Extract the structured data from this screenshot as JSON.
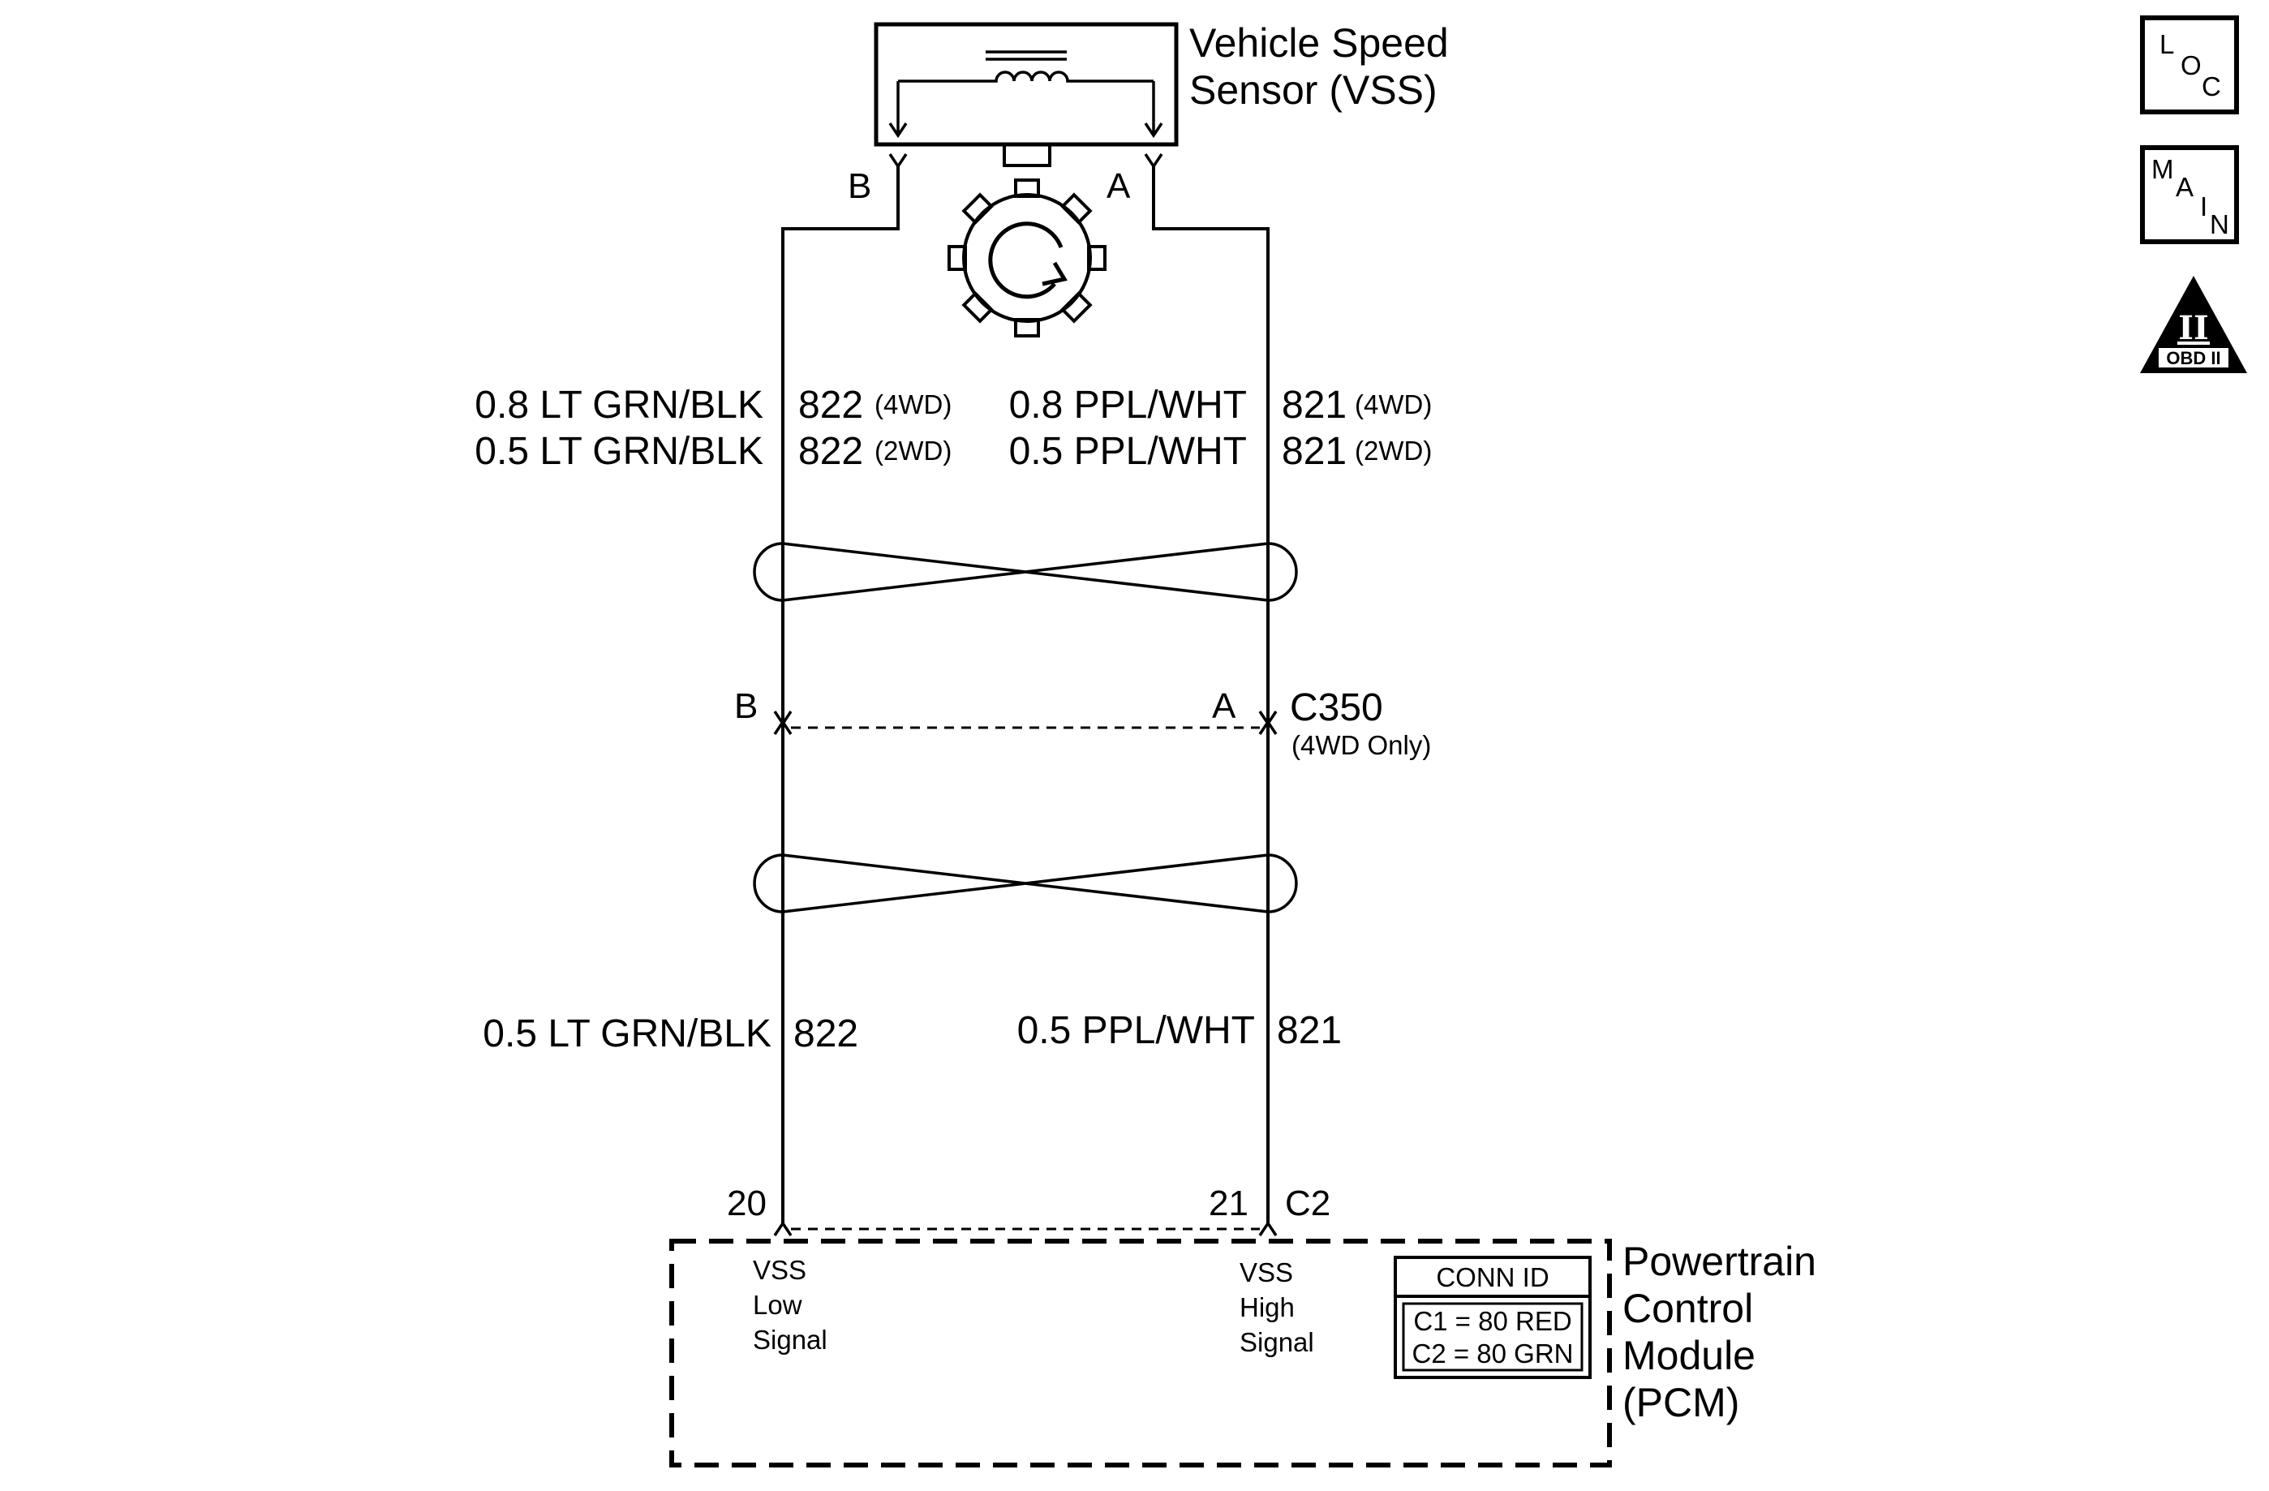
{
  "sensor": {
    "title_line1": "Vehicle Speed",
    "title_line2": "Sensor (VSS)",
    "pin_left": "B",
    "pin_right": "A"
  },
  "wires_upper": {
    "left": [
      {
        "size_color": "0.8 LT GRN/BLK",
        "circuit": "822",
        "variant": "(4WD)"
      },
      {
        "size_color": "0.5 LT GRN/BLK",
        "circuit": "822",
        "variant": "(2WD)"
      }
    ],
    "right": [
      {
        "size_color": "0.8 PPL/WHT",
        "circuit": "821",
        "variant": "(4WD)"
      },
      {
        "size_color": "0.5 PPL/WHT",
        "circuit": "821",
        "variant": "(2WD)"
      }
    ]
  },
  "connector_c350": {
    "pin_left": "B",
    "pin_right": "A",
    "name": "C350",
    "note": "(4WD Only)"
  },
  "wires_lower": {
    "left": {
      "size_color": "0.5 LT GRN/BLK",
      "circuit": "822"
    },
    "right": {
      "size_color": "0.5 PPL/WHT",
      "circuit": "821"
    }
  },
  "pcm": {
    "pin_left": "20",
    "pin_right": "21",
    "connector": "C2",
    "signal_left": [
      "VSS",
      "Low",
      "Signal"
    ],
    "signal_right": [
      "VSS",
      "High",
      "Signal"
    ],
    "title": [
      "Powertrain",
      "Control",
      "Module",
      "(PCM)"
    ],
    "conn_id": {
      "header": "CONN ID",
      "rows": [
        "C1 = 80 RED",
        "C2 = 80 GRN"
      ]
    }
  },
  "icons": {
    "loc": {
      "l1": "L",
      "l2": "O",
      "l3": "C"
    },
    "main": {
      "l1": "M",
      "l2": "A",
      "l3": "I",
      "l4": "N"
    },
    "obd": {
      "numeral": "II",
      "label": "OBD II"
    }
  }
}
